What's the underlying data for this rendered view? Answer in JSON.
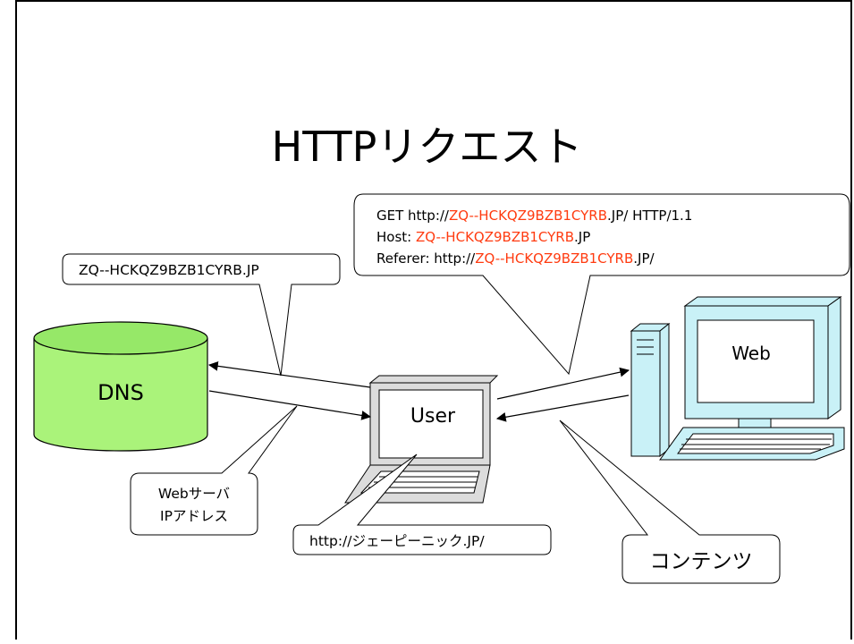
{
  "slide": {
    "title": "HTTPリクエスト"
  },
  "dns": {
    "label": "DNS",
    "query_text": "ZQ--HCKQZ9BZB1CYRB.JP",
    "response_line1": "Webサーバ",
    "response_line2": "IPアドレス"
  },
  "user": {
    "label": "User",
    "input_url": "http://ジェーピーニック.JP/"
  },
  "web_server": {
    "label": "Web",
    "response_label": "コンテンツ"
  },
  "http_request": {
    "line1_prefix": "GET http://",
    "line1_domain": "ZQ--HCKQZ9BZB1CYRB",
    "line1_suffix": ".JP/ HTTP/1.1",
    "line2_prefix": "Host: ",
    "line2_domain": "ZQ--HCKQZ9BZB1CYRB",
    "line2_suffix": ".JP",
    "line3_prefix": "Referer: http://",
    "line3_domain": "ZQ--HCKQZ9BZB1CYRB",
    "line3_suffix": ".JP/"
  },
  "colors": {
    "dns_fill": "#aaf37a",
    "dns_top": "#96e868",
    "computer_fill": "#c9f1f7",
    "screen_fill": "#ffffff",
    "laptop_body": "#dcdcdc",
    "domain_highlight": "#ff3b10",
    "line": "#000000"
  }
}
